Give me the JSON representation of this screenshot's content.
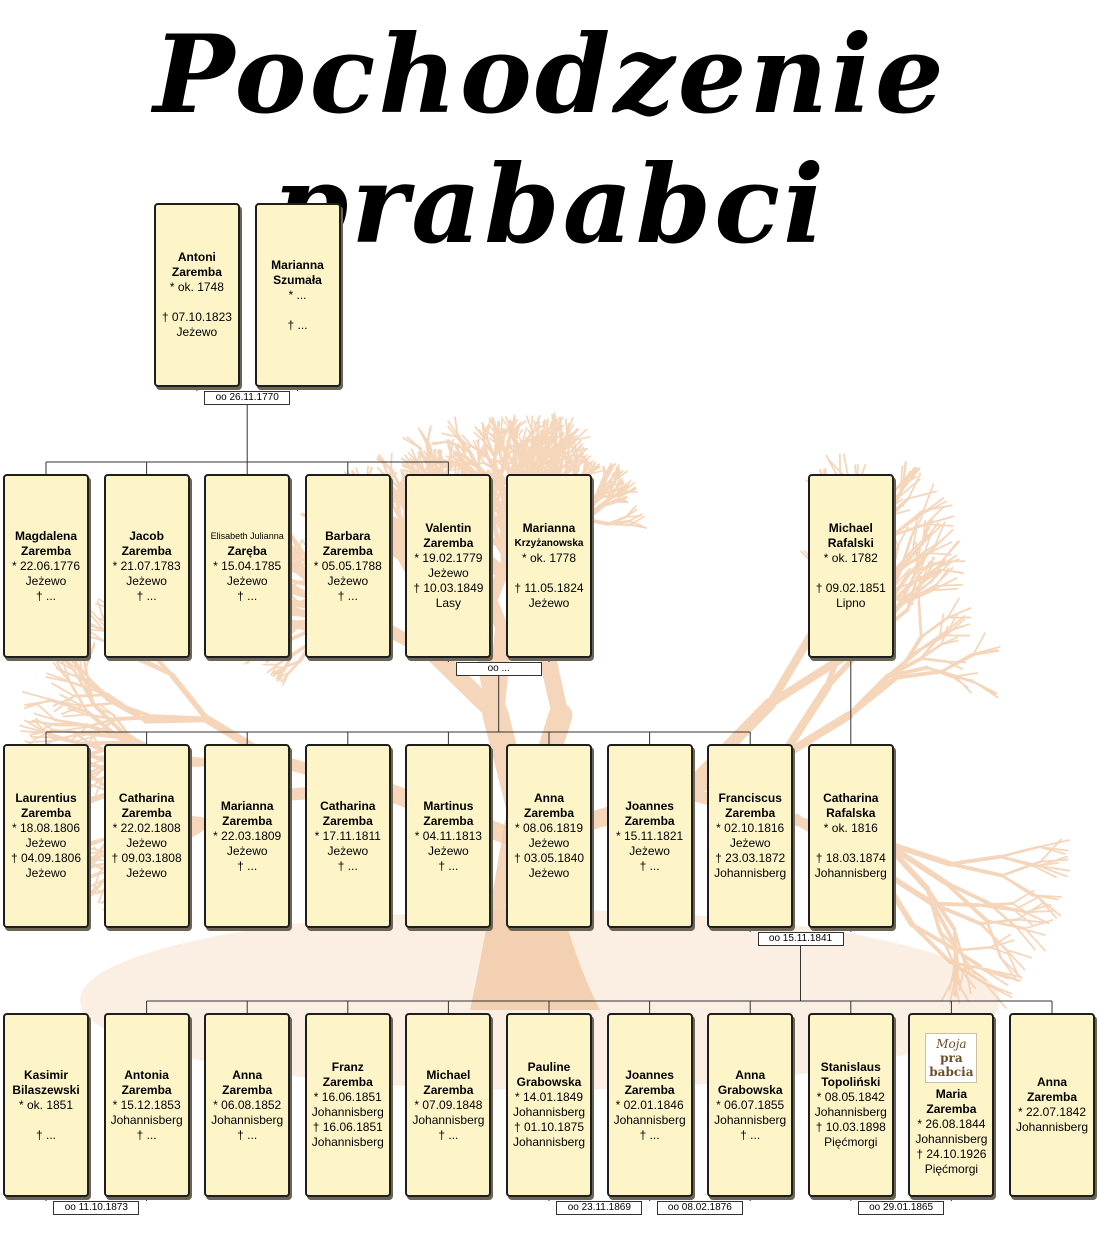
{
  "title": "Pochodzenie prababci",
  "persons": [
    {
      "id": "antoni",
      "row": 0,
      "col": 1.5,
      "name": [
        "Antoni",
        "Zaremba"
      ],
      "birth": "* ok. 1748",
      "death": "† 07.10.1823",
      "death_place": "Jeżewo"
    },
    {
      "id": "marianna_sz",
      "row": 0,
      "col": 2.5,
      "name": [
        "Marianna",
        "Szumała"
      ],
      "birth": "* ...",
      "death": "† ..."
    },
    {
      "id": "magdalena",
      "row": 1,
      "col": 0,
      "name": [
        "Magdalena",
        "Zaremba"
      ],
      "birth": "* 22.06.1776",
      "birth_place": "Jeżewo",
      "death": "† ..."
    },
    {
      "id": "jacob",
      "row": 1,
      "col": 1,
      "name": [
        "Jacob",
        "Zaremba"
      ],
      "birth": "* 21.07.1783",
      "birth_place": "Jeżewo",
      "death": "† ..."
    },
    {
      "id": "elisabeth",
      "row": 1,
      "col": 2,
      "name": [
        "Elisabeth Julianna",
        "Zaręba"
      ],
      "small_first": true,
      "birth": "* 15.04.1785",
      "birth_place": "Jeżewo",
      "death": "† ..."
    },
    {
      "id": "barbara",
      "row": 1,
      "col": 3,
      "name": [
        "Barbara",
        "Zaremba"
      ],
      "birth": "* 05.05.1788",
      "birth_place": "Jeżewo",
      "death": "† ..."
    },
    {
      "id": "valentin",
      "row": 1,
      "col": 4,
      "name": [
        "Valentin",
        "Zaremba"
      ],
      "birth": "* 19.02.1779",
      "birth_place": "Jeżewo",
      "death": "† 10.03.1849",
      "death_place": "Lasy"
    },
    {
      "id": "marianna_k",
      "row": 1,
      "col": 5,
      "name": [
        "Marianna",
        "Krzyżanowska"
      ],
      "narrow_second": true,
      "birth": "* ok. 1778",
      "death": "† 11.05.1824",
      "death_place": "Jeżewo"
    },
    {
      "id": "michael_r",
      "row": 1,
      "col": 8,
      "name": [
        "Michael",
        "Rafalski"
      ],
      "birth": "* ok. 1782",
      "death": "† 09.02.1851",
      "death_place": "Lipno"
    },
    {
      "id": "laurentius",
      "row": 2,
      "col": 0,
      "name": [
        "Laurentius",
        "Zaremba"
      ],
      "birth": "* 18.08.1806",
      "birth_place": "Jeżewo",
      "death": "† 04.09.1806",
      "death_place": "Jeżewo"
    },
    {
      "id": "catharina1",
      "row": 2,
      "col": 1,
      "name": [
        "Catharina",
        "Zaremba"
      ],
      "birth": "* 22.02.1808",
      "birth_place": "Jeżewo",
      "death": "† 09.03.1808",
      "death_place": "Jeżewo"
    },
    {
      "id": "marianna2",
      "row": 2,
      "col": 2,
      "name": [
        "Marianna",
        "Zaremba"
      ],
      "birth": "* 22.03.1809",
      "birth_place": "Jeżewo",
      "death": "† ..."
    },
    {
      "id": "catharina2",
      "row": 2,
      "col": 3,
      "name": [
        "Catharina",
        "Zaremba"
      ],
      "birth": "* 17.11.1811",
      "birth_place": "Jeżewo",
      "death": "† ..."
    },
    {
      "id": "martinus",
      "row": 2,
      "col": 4,
      "name": [
        "Martinus",
        "Zaremba"
      ],
      "birth": "* 04.11.1813",
      "birth_place": "Jeżewo",
      "death": "† ..."
    },
    {
      "id": "anna1",
      "row": 2,
      "col": 5,
      "name": [
        "Anna",
        "Zaremba"
      ],
      "birth": "* 08.06.1819",
      "birth_place": "Jeżewo",
      "death": "† 03.05.1840",
      "death_place": "Jeżewo"
    },
    {
      "id": "joannes1",
      "row": 2,
      "col": 6,
      "name": [
        "Joannes",
        "Zaremba"
      ],
      "birth": "* 15.11.1821",
      "birth_place": "Jeżewo",
      "death": "† ..."
    },
    {
      "id": "franciscus",
      "row": 2,
      "col": 7,
      "name": [
        "Franciscus",
        "Zaremba"
      ],
      "birth": "* 02.10.1816",
      "birth_place": "Jeżewo",
      "death": "† 23.03.1872",
      "death_place": "Johannisberg"
    },
    {
      "id": "catharina_r",
      "row": 2,
      "col": 8,
      "name": [
        "Catharina",
        "Rafalska"
      ],
      "birth": "* ok. 1816",
      "death": "† 18.03.1874",
      "death_place": "Johannisberg"
    },
    {
      "id": "kasimir",
      "row": 3,
      "col": 0,
      "name": [
        "Kasimir",
        "Bilaszewski"
      ],
      "birth": "* ok. 1851",
      "death": "† ..."
    },
    {
      "id": "antonia",
      "row": 3,
      "col": 1,
      "name": [
        "Antonia",
        "Zaremba"
      ],
      "birth": "* 15.12.1853",
      "birth_place": "Johannisberg",
      "death": "† ..."
    },
    {
      "id": "anna2",
      "row": 3,
      "col": 2,
      "name": [
        "Anna",
        "Zaremba"
      ],
      "birth": "* 06.08.1852",
      "birth_place": "Johannisberg",
      "death": "† ..."
    },
    {
      "id": "franz",
      "row": 3,
      "col": 3,
      "name": [
        "Franz",
        "Zaremba"
      ],
      "birth": "* 16.06.1851",
      "birth_place": "Johannisberg",
      "death": "† 16.06.1851",
      "death_place": "Johannisberg"
    },
    {
      "id": "michael2",
      "row": 3,
      "col": 4,
      "name": [
        "Michael",
        "Zaremba"
      ],
      "birth": "* 07.09.1848",
      "birth_place": "Johannisberg",
      "death": "† ..."
    },
    {
      "id": "pauline",
      "row": 3,
      "col": 5,
      "name": [
        "Pauline",
        "Grabowska"
      ],
      "birth": "* 14.01.1849",
      "birth_place": "Johannisberg",
      "death": "† 01.10.1875",
      "death_place": "Johannisberg"
    },
    {
      "id": "joannes2",
      "row": 3,
      "col": 6,
      "name": [
        "Joannes",
        "Zaremba"
      ],
      "birth": "* 02.01.1846",
      "birth_place": "Johannisberg",
      "death": "† ..."
    },
    {
      "id": "anna_g",
      "row": 3,
      "col": 7,
      "name": [
        "Anna",
        "Grabowska"
      ],
      "birth": "* 06.07.1855",
      "birth_place": "Johannisberg",
      "death": "† ..."
    },
    {
      "id": "stanislaus",
      "row": 3,
      "col": 8,
      "name": [
        "Stanislaus",
        "Topoliński"
      ],
      "birth": "* 08.05.1842",
      "birth_place": "Johannisberg",
      "death": "† 10.03.1898",
      "death_place": "Pięćmorgi"
    },
    {
      "id": "maria",
      "row": 3,
      "col": 9,
      "badge": [
        "Moja",
        "pra",
        "babcia"
      ],
      "name": [
        "Maria",
        "Zaremba"
      ],
      "birth": "* 26.08.1844",
      "birth_place": "Johannisberg",
      "death": "† 24.10.1926",
      "death_place": "Pięćmorgi"
    },
    {
      "id": "anna3",
      "row": 3,
      "col": 10,
      "name": [
        "Anna",
        "Zaremba"
      ],
      "birth": "* 22.07.1842",
      "birth_place": "Johannisberg"
    }
  ],
  "marriages": [
    {
      "label": "oo 26.11.1770",
      "row": 0,
      "between": [
        1.5,
        2.5
      ]
    },
    {
      "label": "oo ...",
      "row": 1,
      "between": [
        4,
        5
      ]
    },
    {
      "label": "oo 15.11.1841",
      "row": 2,
      "between": [
        7,
        8
      ]
    },
    {
      "label": "oo 11.10.1873",
      "row": 3,
      "between": [
        0,
        1
      ]
    },
    {
      "label": "oo 23.11.1869",
      "row": 3,
      "between": [
        5,
        6
      ]
    },
    {
      "label": "oo 08.02.1876",
      "row": 3,
      "between": [
        6,
        7
      ]
    },
    {
      "label": "oo 29.01.1865",
      "row": 3,
      "between": [
        8,
        9
      ]
    }
  ],
  "families": [
    {
      "marriage": 0,
      "children_cols": [
        0,
        1,
        2,
        3,
        4
      ]
    },
    {
      "marriage": 1,
      "children_cols": [
        0,
        1,
        2,
        3,
        4,
        5,
        6,
        7
      ]
    },
    {
      "marriage": 2,
      "children_cols": [
        1,
        2,
        3,
        4,
        5,
        6,
        7,
        8,
        9,
        10
      ]
    }
  ],
  "links": [
    {
      "from_row": 1,
      "from_col": 8,
      "to_row": 2,
      "to_col": 8
    }
  ]
}
